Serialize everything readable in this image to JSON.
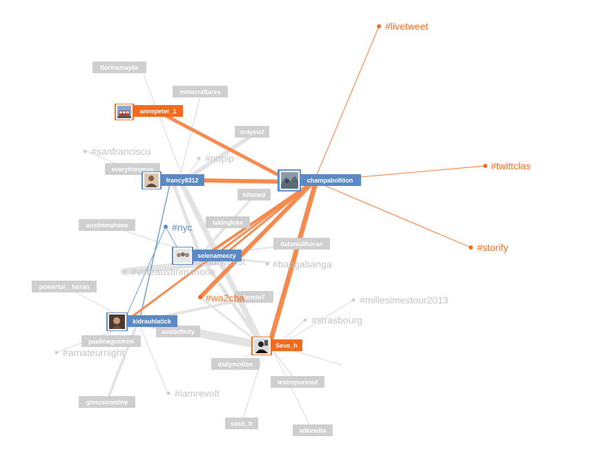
{
  "colors": {
    "orange": "#f26b1d",
    "orange_edge": "#f58a4f",
    "blue": "#5b8ac3",
    "blue_edge": "#6f9bd0",
    "gray_node": "#cfcfcf",
    "gray_edge": "#e1e1e1",
    "gray_text": "#c4c4c4"
  },
  "user_nodes": [
    {
      "id": "annepeter",
      "label": "annepeter_1",
      "color": "orange",
      "avatar": "cable-car-photo"
    },
    {
      "id": "champabolition",
      "label": "champabolition",
      "color": "blue",
      "avatar": "landscape-photo"
    },
    {
      "id": "francy",
      "label": "francy8312",
      "color": "blue",
      "avatar": "portrait-photo"
    },
    {
      "id": "selenameezy",
      "label": "selenameezy",
      "color": "blue",
      "avatar": "group-photo"
    },
    {
      "id": "kidrauhlatick",
      "label": "kidrauhlatick",
      "color": "blue",
      "avatar": "portrait-photo"
    },
    {
      "id": "seve",
      "label": "Seve_h",
      "color": "orange",
      "avatar": "bw-portrait-photo"
    }
  ],
  "gray_nodes": [
    {
      "id": "florinemaylie",
      "label": "florinemaylie"
    },
    {
      "id": "minecraftares",
      "label": "minecraftares"
    },
    {
      "id": "onlyinsf",
      "label": "onlyinsf"
    },
    {
      "id": "everythingnyc",
      "label": "everythingnyc"
    },
    {
      "id": "hitoned",
      "label": "hitoned"
    },
    {
      "id": "takingluke",
      "label": "takingluke"
    },
    {
      "id": "austinmahone",
      "label": "austinmahone"
    },
    {
      "id": "datsniallhoran",
      "label": "datsniallhoran"
    },
    {
      "id": "powerful",
      "label": "powerful__horan"
    },
    {
      "id": "fancio7",
      "label": "fancio7"
    },
    {
      "id": "austinfinity",
      "label": "austinfinity"
    },
    {
      "id": "paulinegusmini",
      "label": "paulinegusmini"
    },
    {
      "id": "dailymotion",
      "label": "dailymotion"
    },
    {
      "id": "lestrepvesoul",
      "label": "lestrepvesoul"
    },
    {
      "id": "gtmusiconline",
      "label": "gtmusiconline"
    },
    {
      "id": "sosh",
      "label": "sosh_fr"
    },
    {
      "id": "wikiredia",
      "label": "wikiredia"
    }
  ],
  "hashtags": [
    {
      "id": "livetweet",
      "label": "#livetweet",
      "color": "orange"
    },
    {
      "id": "twittclas",
      "label": "#twittclas",
      "color": "orange"
    },
    {
      "id": "storify",
      "label": "#storify",
      "color": "orange"
    },
    {
      "id": "sanfrancisco",
      "label": "#sanfrancisco",
      "color": "gray"
    },
    {
      "id": "noplp",
      "label": "#noplp",
      "color": "gray"
    },
    {
      "id": "nyc",
      "label": "#nyc",
      "color": "blue"
    },
    {
      "id": "beautyartist",
      "label": "#beautyartist",
      "color": "gray"
    },
    {
      "id": "bangabanga",
      "label": "#bangabanga",
      "color": "gray"
    },
    {
      "id": "voteaustinmahone",
      "label": "#voteaustinmahone",
      "color": "gray"
    },
    {
      "id": "wa2cha",
      "label": "#wa2cha",
      "color": "orange"
    },
    {
      "id": "millesimestour",
      "label": "#millesimestour2013",
      "color": "gray"
    },
    {
      "id": "strasbourg",
      "label": "#strasbourg",
      "color": "gray"
    },
    {
      "id": "amateurnight",
      "label": "#amateurnight",
      "color": "gray"
    },
    {
      "id": "iamrevolt",
      "label": "#iamrevolt",
      "color": "gray"
    }
  ],
  "edges": [
    {
      "from": "champabolition",
      "to": "livetweet",
      "color": "orange"
    },
    {
      "from": "champabolition",
      "to": "twittclas",
      "color": "orange"
    },
    {
      "from": "champabolition",
      "to": "storify",
      "color": "orange"
    },
    {
      "from": "champabolition",
      "to": "annepeter",
      "color": "orange"
    },
    {
      "from": "champabolition",
      "to": "francy",
      "color": "orange"
    },
    {
      "from": "champabolition",
      "to": "selenameezy",
      "color": "orange"
    },
    {
      "from": "champabolition",
      "to": "wa2cha",
      "color": "orange"
    },
    {
      "from": "champabolition",
      "to": "kidrauhlatick",
      "color": "orange"
    },
    {
      "from": "champabolition",
      "to": "seve",
      "color": "orange"
    },
    {
      "from": "francy",
      "to": "kidrauhlatick",
      "color": "blue"
    },
    {
      "from": "nyc",
      "to": "kidrauhlatick",
      "color": "blue"
    }
  ]
}
